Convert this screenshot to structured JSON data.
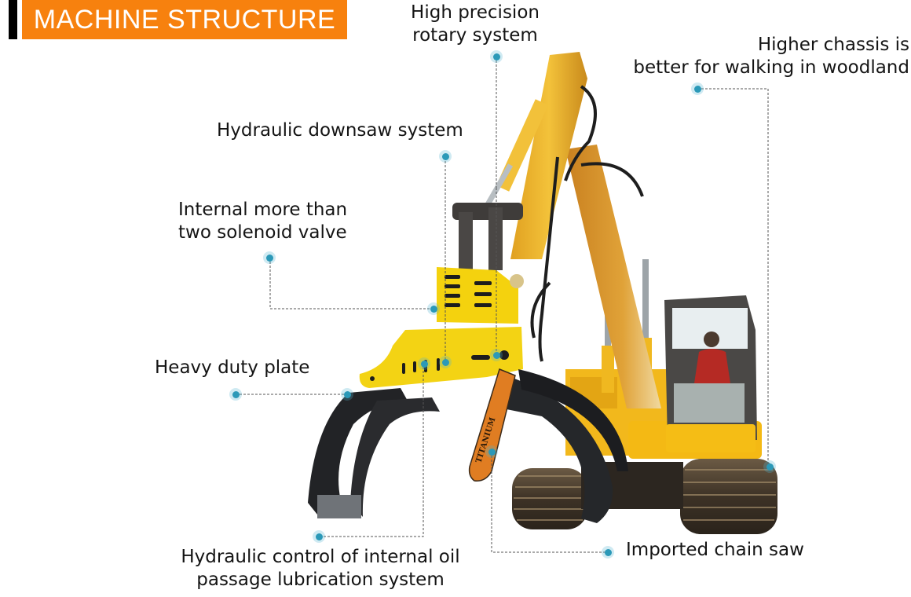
{
  "header": {
    "title": "MACHINE STRUCTURE",
    "accent_color": "#f7810e",
    "bar_color": "#000000"
  },
  "callouts": [
    {
      "id": "rotary",
      "lines": [
        "High precision",
        "rotary system"
      ]
    },
    {
      "id": "chassis",
      "lines": [
        "Higher chassis is",
        "better for walking in woodland"
      ]
    },
    {
      "id": "downsaw",
      "lines": [
        "Hydraulic downsaw system"
      ]
    },
    {
      "id": "solenoid",
      "lines": [
        "Internal more than",
        "two solenoid valve"
      ]
    },
    {
      "id": "plate",
      "lines": [
        "Heavy duty plate"
      ]
    },
    {
      "id": "lubrication",
      "lines": [
        "Hydraulic control of internal oil",
        "passage lubrication system"
      ]
    },
    {
      "id": "chainsaw",
      "lines": [
        "Imported chain saw"
      ]
    }
  ],
  "image": {
    "subject": "Yellow crawler excavator with hydraulic log grapple and chain saw attachment",
    "saw_brand_text": "TITANIUM",
    "marker_color": "#2b99b8"
  }
}
